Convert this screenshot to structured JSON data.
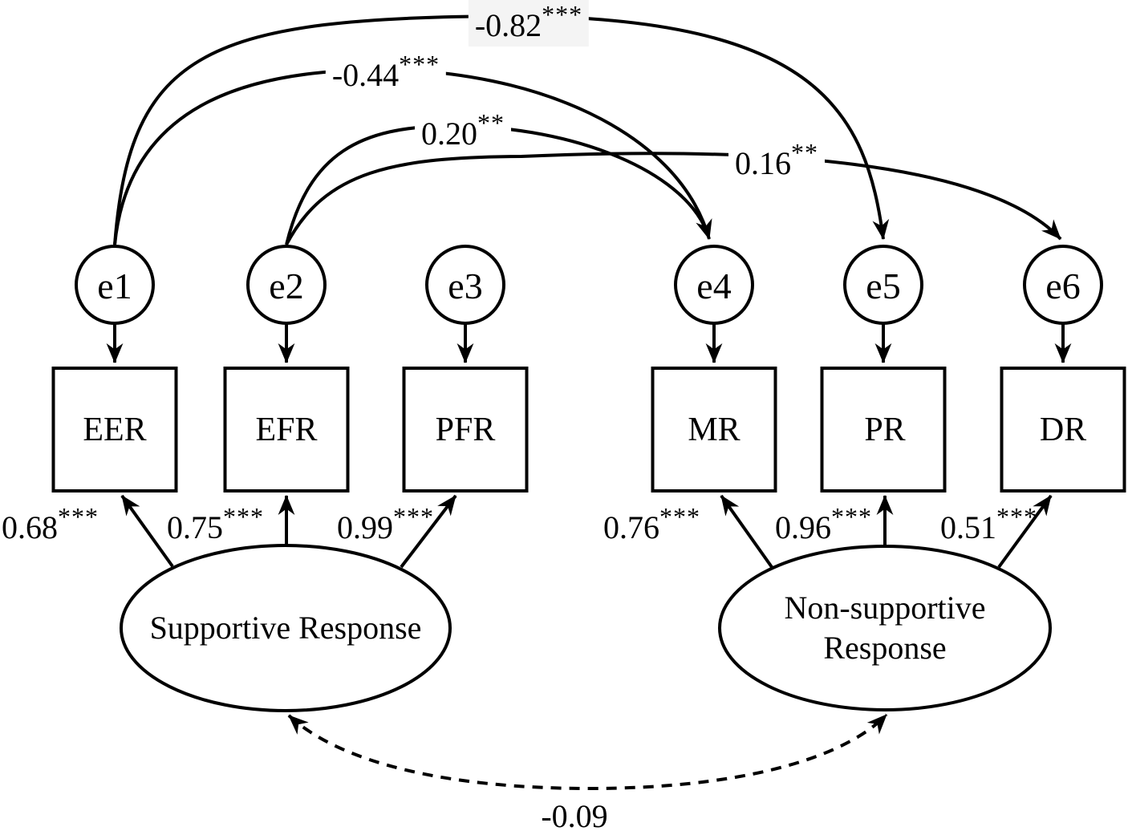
{
  "figure": {
    "background": "#ffffff",
    "line_color": "#000000",
    "error_terms": [
      {
        "label": "e1"
      },
      {
        "label": "e2"
      },
      {
        "label": "e3"
      },
      {
        "label": "e4"
      },
      {
        "label": "e5"
      },
      {
        "label": "e6"
      }
    ],
    "indicators": [
      {
        "label": "EER",
        "loading": "0.68",
        "sig": "***"
      },
      {
        "label": "EFR",
        "loading": "0.75",
        "sig": "***"
      },
      {
        "label": "PFR",
        "loading": "0.99",
        "sig": "***"
      },
      {
        "label": "MR",
        "loading": "0.76",
        "sig": "***"
      },
      {
        "label": "PR",
        "loading": "0.96",
        "sig": "***"
      },
      {
        "label": "DR",
        "loading": "0.51",
        "sig": "***"
      }
    ],
    "latent_factors": [
      {
        "label": "Supportive Response"
      },
      {
        "label": "Non-supportive\nResponse"
      }
    ],
    "error_covariances": [
      {
        "value": "-0.82",
        "sig": "***",
        "from": "e1",
        "to": "e5"
      },
      {
        "value": "-0.44",
        "sig": "***",
        "from": "e1",
        "to": "e4"
      },
      {
        "value": "0.20",
        "sig": "**",
        "from": "e2",
        "to": "e4"
      },
      {
        "value": "0.16",
        "sig": "**",
        "from": "e2",
        "to": "e6"
      }
    ],
    "factor_covariance": {
      "value": "-0.09",
      "from": "Supportive Response",
      "to": "Non-supportive Response"
    }
  }
}
